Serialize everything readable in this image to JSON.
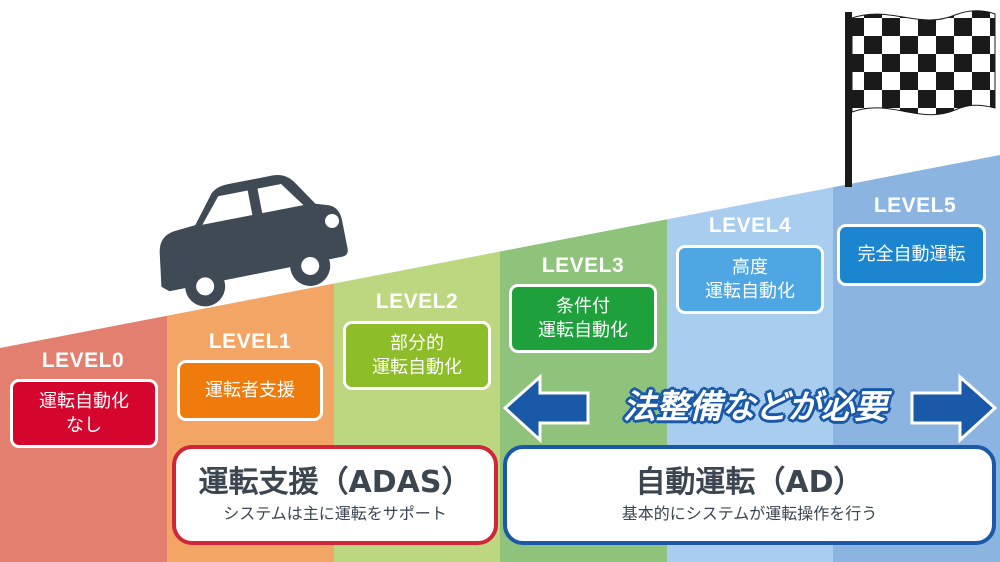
{
  "levels": [
    {
      "label": "LEVEL0",
      "desc_lines": [
        "運転自動化",
        "なし"
      ],
      "box_color": "#d5062e",
      "column_color": "#e37f6f"
    },
    {
      "label": "LEVEL1",
      "desc_lines": [
        "運転者支援"
      ],
      "box_color": "#ef7b0d",
      "column_color": "#f2a564"
    },
    {
      "label": "LEVEL2",
      "desc_lines": [
        "部分的",
        "運転自動化"
      ],
      "box_color": "#8dbd28",
      "column_color": "#bcd77f"
    },
    {
      "label": "LEVEL3",
      "desc_lines": [
        "条件付",
        "運転自動化"
      ],
      "box_color": "#1ea03b",
      "column_color": "#8fc27a"
    },
    {
      "label": "LEVEL4",
      "desc_lines": [
        "高度",
        "運転自動化"
      ],
      "box_color": "#4ea7e2",
      "column_color": "#a9cdef"
    },
    {
      "label": "LEVEL5",
      "desc_lines": [
        "完全自動運転"
      ],
      "box_color": "#1b86cf",
      "column_color": "#8bb5e0"
    }
  ],
  "adas": {
    "title": "運転支援（ADAS）",
    "subtitle": "システムは主に運転をサポート",
    "border_color": "#d0263a"
  },
  "ad": {
    "title": "自動運転（AD）",
    "subtitle": "基本的にシステムが運転操作を行う",
    "border_color": "#1a59a8"
  },
  "legal_banner": {
    "text": "法整備などが必要",
    "color": "#1a59a8"
  },
  "icons": [
    "car-icon",
    "checkered-flag-icon",
    "arrow-left-icon",
    "arrow-right-icon"
  ]
}
